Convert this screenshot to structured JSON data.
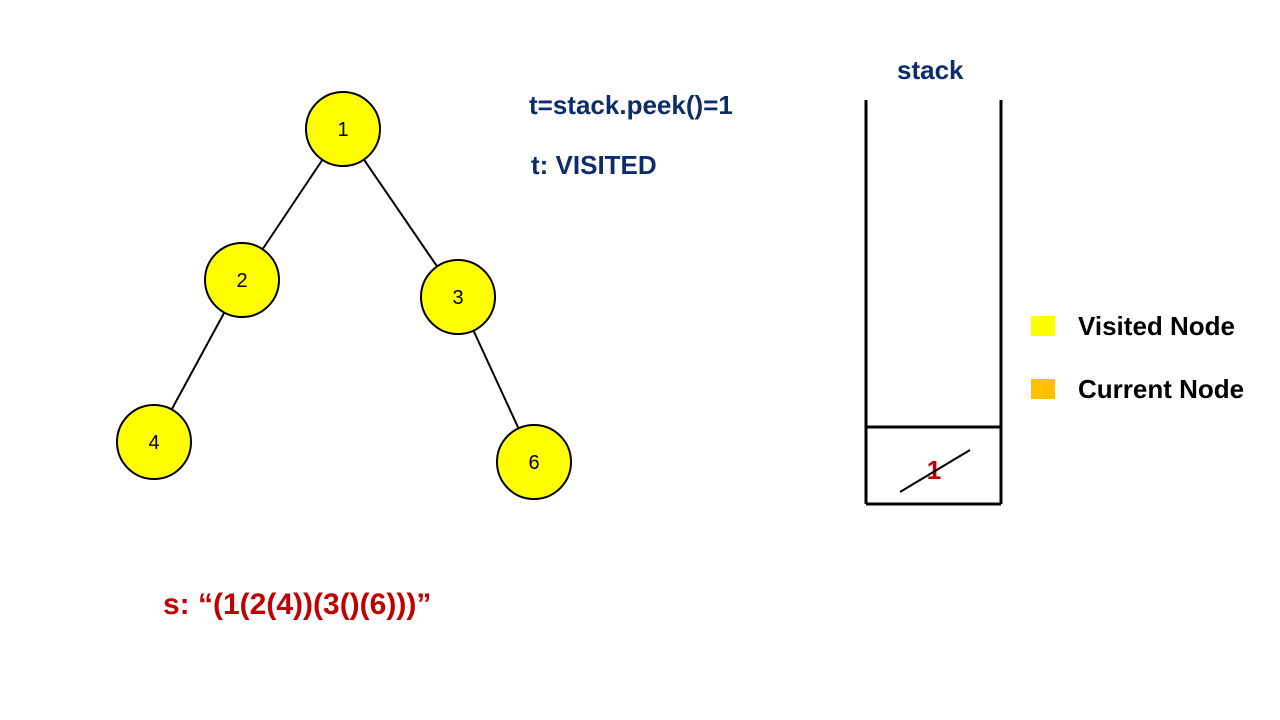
{
  "tree": {
    "nodes": [
      {
        "id": "n1",
        "label": "1"
      },
      {
        "id": "n2",
        "label": "2"
      },
      {
        "id": "n3",
        "label": "3"
      },
      {
        "id": "n4",
        "label": "4"
      },
      {
        "id": "n6",
        "label": "6"
      }
    ],
    "edges": [
      {
        "from": "n1",
        "to": "n2"
      },
      {
        "from": "n1",
        "to": "n3"
      },
      {
        "from": "n2",
        "to": "n4"
      },
      {
        "from": "n3",
        "to": "n6"
      }
    ],
    "node_fill": "#FFFF00",
    "node_stroke": "#000000"
  },
  "annotations": {
    "peek": "t=stack.peek()=1",
    "status": "t: VISITED",
    "color": "#0D2C6B"
  },
  "stack": {
    "title": "stack",
    "items": [
      "1"
    ],
    "item_color": "#C00000",
    "item_crossed_out": true
  },
  "output": {
    "text": "s: “(1(2(4))(3()(6)))”",
    "color": "#C00000"
  },
  "legend": [
    {
      "label": "Visited Node",
      "color": "#FFFF00"
    },
    {
      "label": "Current Node",
      "color": "#FFC000"
    }
  ]
}
